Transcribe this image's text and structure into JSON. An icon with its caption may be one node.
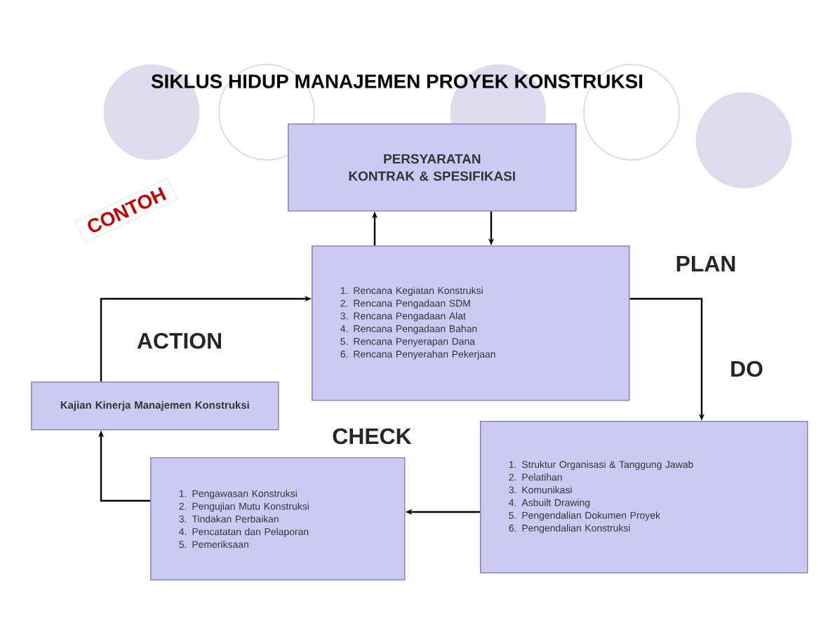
{
  "diagram": {
    "title": "SIKLUS HIDUP MANAJEMEN PROYEK KONSTRUKSI",
    "nodes": [
      {
        "text": [
          "PERSYARATAN KONTRAK & SPESIFIKASI"
        ]
      },
      {
        "text": [
          "1. Rencana Kegiatan Konstruksi",
          "2. Rencana Pengadaan SDM",
          "3. Rencana Pengadaan Alat",
          "4. Rencana Pengadaan Bahan",
          "5. Rencana Penyerapan Dana",
          "6. Rencana Penyerahan Pekerjaan"
        ]
      },
      {
        "text": [
          "1. Struktur Organisasi & Tanggung Jawab",
          "2. Pelatihan",
          "3. Komunikasi",
          "4. Asbuilt Drawing",
          "5. Pengendalian Dokumen Proyek",
          "6. Pengendalian Konstruksi"
        ]
      },
      {
        "text": [
          "1. Pengawasan Konstruksi",
          "2. Pengujian Mutu Konstruksi",
          "3. Tindakan Perbaikan",
          "4. Pencatatan dan Pelaporan",
          "5. Pemeriksaan"
        ]
      },
      {
        "text": [
          "Kajian Kinerja Manajemen Konstruksi"
        ]
      }
    ],
    "edges": [
      {
        "from": 1,
        "to": 0,
        "arrow": "to"
      },
      {
        "from": 0,
        "to": 1,
        "arrow": "to"
      },
      {
        "from": 1,
        "to": 2,
        "arrow": "to"
      },
      {
        "from": 2,
        "to": 3,
        "arrow": "to"
      },
      {
        "from": 3,
        "to": 4,
        "arrow": "to"
      },
      {
        "from": 4,
        "to": 1,
        "arrow": "to"
      }
    ],
    "labels": [
      "CONTOH",
      "PLAN",
      "ACTION",
      "DO",
      "CHECK"
    ]
  }
}
